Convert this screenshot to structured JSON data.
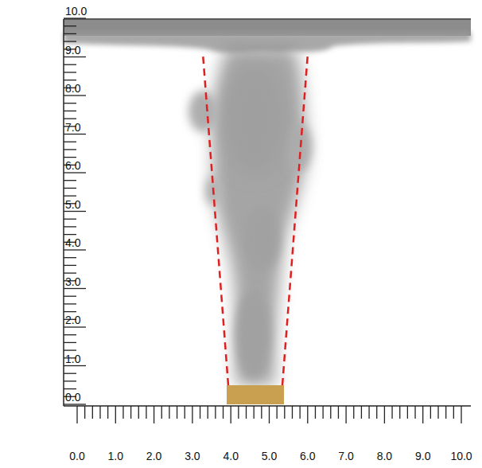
{
  "diagram": {
    "labels": [
      "10.0",
      "9.0",
      "8.0",
      "7.0",
      "6.0",
      "5.0",
      "4.0",
      "3.0",
      "2.0",
      "1.0",
      "0.0",
      "0.0",
      "1.0",
      "2.0",
      "3.0",
      "4.0",
      "5.0",
      "6.0",
      "7.0",
      "8.0",
      "9.0",
      "10.0"
    ]
  }
}
